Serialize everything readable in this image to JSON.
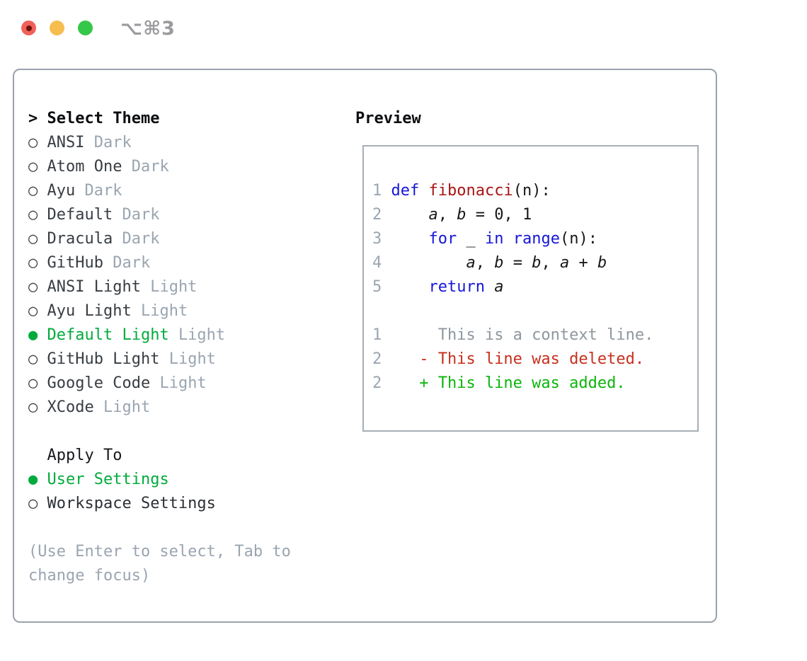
{
  "window": {
    "title": "⌥⌘3",
    "traffic_lights": [
      {
        "name": "close",
        "color": "#f0615a",
        "dot_color": "#6e120b"
      },
      {
        "name": "minimize",
        "color": "#f6bd4f"
      },
      {
        "name": "zoom",
        "color": "#35c748"
      }
    ]
  },
  "glyphs": {
    "cursor": ">",
    "radio_unselected": "○",
    "radio_selected": "●"
  },
  "colors": {
    "accent_green": "#00ab3c",
    "keyword_blue": "#1616d9",
    "function_red": "#a91414",
    "deleted_red": "#c5301e",
    "added_green": "#0cb50c",
    "muted_gray": "#9aa5b1",
    "text_dark": "#383d43",
    "border_gray": "#9aa2ac"
  },
  "theme_list": {
    "header": "Select Theme",
    "items": [
      {
        "name": "ANSI",
        "variant": "Dark",
        "selected": false
      },
      {
        "name": "Atom One",
        "variant": "Dark",
        "selected": false
      },
      {
        "name": "Ayu",
        "variant": "Dark",
        "selected": false
      },
      {
        "name": "Default",
        "variant": "Dark",
        "selected": false
      },
      {
        "name": "Dracula",
        "variant": "Dark",
        "selected": false
      },
      {
        "name": "GitHub",
        "variant": "Dark",
        "selected": false
      },
      {
        "name": "ANSI Light",
        "variant": "Light",
        "selected": false
      },
      {
        "name": "Ayu Light",
        "variant": "Light",
        "selected": false
      },
      {
        "name": "Default Light",
        "variant": "Light",
        "selected": true
      },
      {
        "name": "GitHub Light",
        "variant": "Light",
        "selected": false
      },
      {
        "name": "Google Code",
        "variant": "Light",
        "selected": false
      },
      {
        "name": "XCode",
        "variant": "Light",
        "selected": false
      }
    ]
  },
  "apply_to": {
    "header": "Apply To",
    "options": [
      {
        "label": "User Settings",
        "selected": true
      },
      {
        "label": "Workspace Settings",
        "selected": false
      }
    ]
  },
  "help": {
    "lines": [
      "(Use Enter to select, Tab to",
      "change focus)"
    ]
  },
  "preview": {
    "title": "Preview",
    "lines": [
      [
        {
          "t": "1",
          "c": "num"
        },
        {
          "t": " ",
          "c": "plain"
        },
        {
          "t": "def",
          "c": "kw"
        },
        {
          "t": " ",
          "c": "plain"
        },
        {
          "t": "fibonacci",
          "c": "fn"
        },
        {
          "t": "(n):",
          "c": "plain"
        }
      ],
      [
        {
          "t": "2",
          "c": "num"
        },
        {
          "t": "     ",
          "c": "plain"
        },
        {
          "t": "a",
          "c": "var"
        },
        {
          "t": ", ",
          "c": "plain"
        },
        {
          "t": "b",
          "c": "var"
        },
        {
          "t": " = 0, 1",
          "c": "plain"
        }
      ],
      [
        {
          "t": "3",
          "c": "num"
        },
        {
          "t": "     ",
          "c": "plain"
        },
        {
          "t": "for",
          "c": "kw"
        },
        {
          "t": " _ ",
          "c": "plain"
        },
        {
          "t": "in",
          "c": "kw"
        },
        {
          "t": " ",
          "c": "plain"
        },
        {
          "t": "range",
          "c": "kw"
        },
        {
          "t": "(n):",
          "c": "plain"
        }
      ],
      [
        {
          "t": "4",
          "c": "num"
        },
        {
          "t": "         ",
          "c": "plain"
        },
        {
          "t": "a",
          "c": "var"
        },
        {
          "t": ", ",
          "c": "plain"
        },
        {
          "t": "b",
          "c": "var"
        },
        {
          "t": " = ",
          "c": "plain"
        },
        {
          "t": "b",
          "c": "var"
        },
        {
          "t": ", ",
          "c": "plain"
        },
        {
          "t": "a",
          "c": "var"
        },
        {
          "t": " + ",
          "c": "plain"
        },
        {
          "t": "b",
          "c": "var"
        }
      ],
      [
        {
          "t": "5",
          "c": "num"
        },
        {
          "t": "     ",
          "c": "plain"
        },
        {
          "t": "return",
          "c": "kw"
        },
        {
          "t": " ",
          "c": "plain"
        },
        {
          "t": "a",
          "c": "var"
        }
      ],
      [],
      [
        {
          "t": "1",
          "c": "num"
        },
        {
          "t": "      This is a context line.",
          "c": "ctx"
        }
      ],
      [
        {
          "t": "2",
          "c": "num"
        },
        {
          "t": "    - This line was deleted.",
          "c": "del"
        }
      ],
      [
        {
          "t": "2",
          "c": "num"
        },
        {
          "t": "    + This line was added.",
          "c": "add"
        }
      ]
    ]
  }
}
